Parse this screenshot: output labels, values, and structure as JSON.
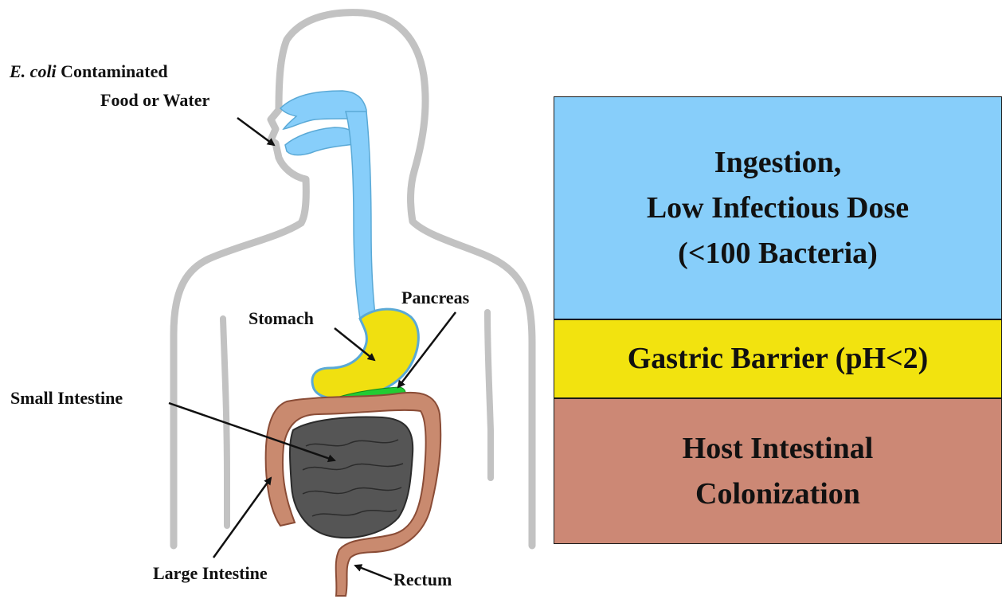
{
  "labels": {
    "source_italic": "E. coli",
    "source_rest": "Contaminated",
    "source_line2": "Food or Water",
    "stomach": "Stomach",
    "pancreas": "Pancreas",
    "small_intestine": "Small Intestine",
    "large_intestine": "Large Intestine",
    "rectum": "Rectum"
  },
  "stages": [
    {
      "lines": [
        "Ingestion,",
        "Low Infectious Dose",
        "(<100 Bacteria)"
      ],
      "color": "#87cefa"
    },
    {
      "lines": [
        "Gastric Barrier (pH<2)"
      ],
      "color": "#f2e30f"
    },
    {
      "lines": [
        "Host Intestinal",
        "Colonization"
      ],
      "color": "#cc8875"
    }
  ],
  "colors": {
    "body_outline": "#c2c2c2",
    "esophagus": "#87cefa",
    "stomach": "#f0e010",
    "pancreas": "#22cc33",
    "small_intestine": "#555555",
    "large_intestine": "#c98a6f"
  }
}
